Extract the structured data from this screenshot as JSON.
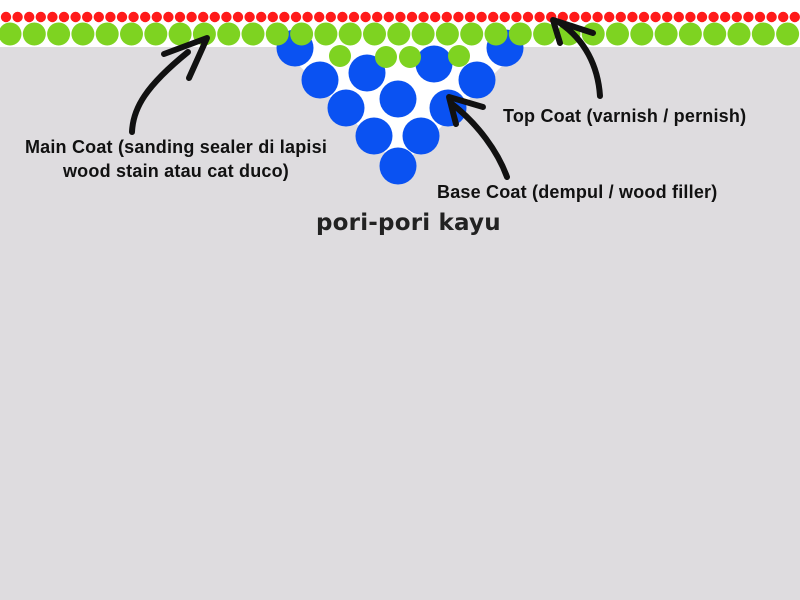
{
  "diagram": {
    "labels": {
      "main_coat_line1": "Main Coat (sanding sealer di lapisi",
      "main_coat_line2": "wood stain atau cat duco)",
      "top_coat": "Top Coat (varnish / pernish)",
      "base_coat": "Base Coat (dempul / wood filler)",
      "pores": "pori-pori kayu"
    },
    "colors": {
      "background": "#dedcdf",
      "top_coat": "#ff1a1a",
      "main_coat": "#7ed321",
      "base_coat": "#0a52f2",
      "pore_fill": "#ffffff",
      "arrow": "#111111"
    }
  }
}
